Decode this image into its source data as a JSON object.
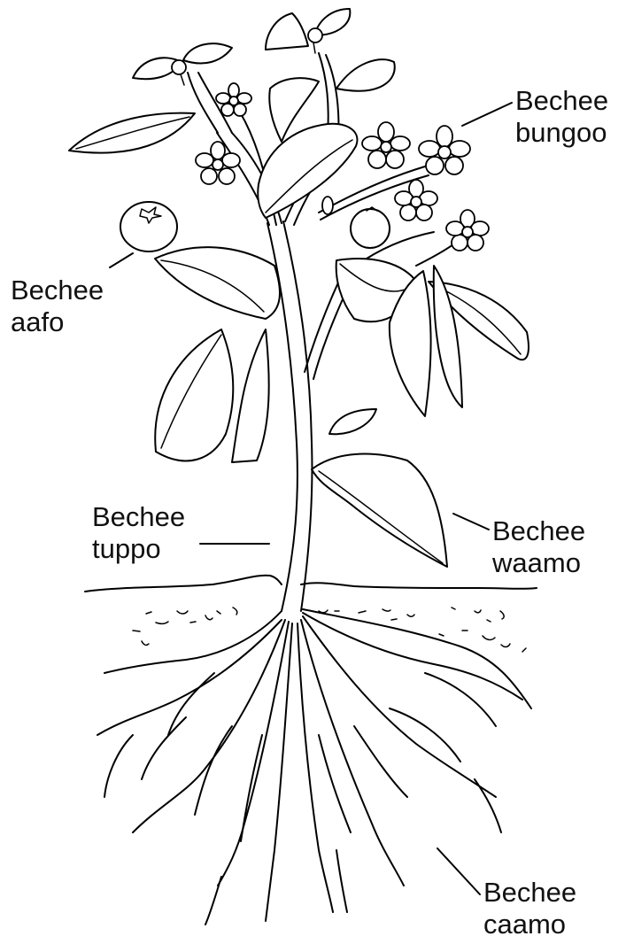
{
  "labels": {
    "flower": {
      "line1": "Bechee",
      "line2": "bungoo"
    },
    "fruit": {
      "line1": "Bechee",
      "line2": "aafo"
    },
    "stem": {
      "line1": "Bechee",
      "line2": "tuppo"
    },
    "leaf": {
      "line1": "Bechee",
      "line2": "waamo"
    },
    "root": {
      "line1": "Bechee",
      "line2": "caamo"
    }
  }
}
